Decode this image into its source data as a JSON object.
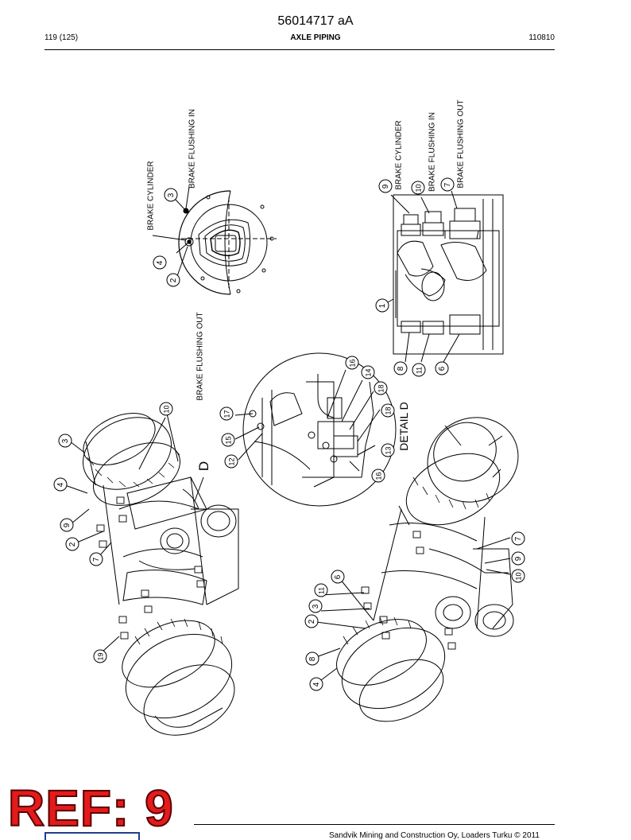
{
  "header": {
    "document_number": "56014717 aA",
    "page_info": "119 (125)",
    "section_title": "AXLE PIPING",
    "date_code": "110810"
  },
  "labels": {
    "brake_cylinder": "BRAKE CYLINDER",
    "brake_flushing_in": "BRAKE FLUSHING IN",
    "brake_flushing_out": "BRAKE FLUSHING OUT",
    "detail_d": "DETAIL D",
    "view_letter": "D"
  },
  "callouts": {
    "c1": "1",
    "c2": "2",
    "c3": "3",
    "c4": "4",
    "c6": "6",
    "c7": "7",
    "c8": "8",
    "c9": "9",
    "c10": "10",
    "c11": "11",
    "c12": "12",
    "c13": "13",
    "c14": "14",
    "c15": "15",
    "c16": "16",
    "c17": "17",
    "c18": "18",
    "c19": "19"
  },
  "ref_badge": "REF: 9",
  "footer": {
    "copyright": "Sandvik Mining and Construction Oy, Loaders Turku © 2011"
  },
  "colors": {
    "ink": "#000000",
    "ref_badge": "#e31b1b",
    "logo": "#1d3f8a"
  }
}
